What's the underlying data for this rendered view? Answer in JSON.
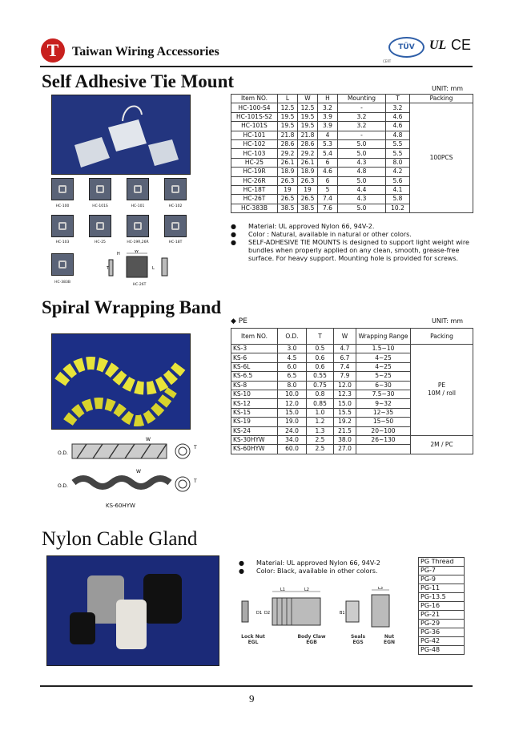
{
  "header": {
    "logo_letter": "T",
    "company": "Taiwan Wiring Accessories",
    "tuv": "TÜV",
    "tuv_sub": "CERT",
    "ul": "UL",
    "ce": "CE"
  },
  "tie_mount": {
    "title": "Self Adhesive Tie Mount",
    "unit": "UNIT: mm",
    "columns": [
      "Item NO.",
      "L",
      "W",
      "H",
      "Mounting",
      "T",
      "Packing"
    ],
    "rows": [
      [
        "HC-100-S4",
        "12.5",
        "12.5",
        "3.2",
        "-",
        "3.2"
      ],
      [
        "HC-101S-S2",
        "19.5",
        "19.5",
        "3.9",
        "3.2",
        "4.6"
      ],
      [
        "HC-101S",
        "19.5",
        "19.5",
        "3.9",
        "3.2",
        "4.6"
      ],
      [
        "HC-101",
        "21.8",
        "21.8",
        "4",
        "-",
        "4.8"
      ],
      [
        "HC-102",
        "28.6",
        "28.6",
        "5.3",
        "5.0",
        "5.5"
      ],
      [
        "HC-103",
        "29.2",
        "29.2",
        "5.4",
        "5.0",
        "5.5"
      ],
      [
        "HC-25",
        "26.1",
        "26.1",
        "6",
        "4.3",
        "8.0"
      ],
      [
        "HC-19R",
        "18.9",
        "18.9",
        "4.6",
        "4.8",
        "4.2"
      ],
      [
        "HC-26R",
        "26.3",
        "26.3",
        "6",
        "5.0",
        "5.6"
      ],
      [
        "HC-18T",
        "19",
        "19",
        "5",
        "4.4",
        "4.1"
      ],
      [
        "HC-26T",
        "26.5",
        "26.5",
        "7.4",
        "4.3",
        "5.8"
      ],
      [
        "HC-383B",
        "38.5",
        "38.5",
        "7.6",
        "5.0",
        "10.2"
      ]
    ],
    "packing": "100PCS",
    "bullets": [
      "Material: UL approved Nylon 66, 94V-2.",
      "Color : Natural, available in natural or other colors.",
      "SELF-ADHESIVE TIE MOUNTS is designed to support light weight wire bundles when properly applied on any clean, smooth, grease-free surface. For heavy support. Mounting hole is provided for screws."
    ],
    "thumbs_row1": [
      "HC-100",
      "HC-101S",
      "HC-101",
      "HC-102"
    ],
    "thumbs_row2": [
      "HC-103",
      "HC-25",
      "HC-19R,26R",
      "HC-18T"
    ],
    "thumb_bottom_left": "HC-383B",
    "thumb_bottom_right": "HC-26T",
    "dim_h": "H",
    "dim_w": "W",
    "dim_l": "L",
    "dim_t": "T"
  },
  "spiral": {
    "title": "Spiral Wrapping Band",
    "subtitle": "◆ PE",
    "unit": "UNIT: mm",
    "columns": [
      "Item NO.",
      "O.D.",
      "T",
      "W",
      "Wrapping Range",
      "Packing"
    ],
    "rows": [
      [
        "KS-3",
        "3.0",
        "0.5",
        "4.7",
        "1.5~10"
      ],
      [
        "KS-6",
        "4.5",
        "0.6",
        "6.7",
        "4~25"
      ],
      [
        "KS-6L",
        "6.0",
        "0.6",
        "7.4",
        "4~25"
      ],
      [
        "KS-6.5",
        "6.5",
        "0.55",
        "7.9",
        "5~25"
      ],
      [
        "KS-8",
        "8.0",
        "0.75",
        "12.0",
        "6~30"
      ],
      [
        "KS-10",
        "10.0",
        "0.8",
        "12.3",
        "7.5~30"
      ],
      [
        "KS-12",
        "12.0",
        "0.85",
        "15.0",
        "9~32"
      ],
      [
        "KS-15",
        "15.0",
        "1.0",
        "15.5",
        "12~35"
      ],
      [
        "KS-19",
        "19.0",
        "1.2",
        "19.2",
        "15~50"
      ],
      [
        "KS-24",
        "24.0",
        "1.3",
        "21.5",
        "20~100"
      ],
      [
        "KS-30HYW",
        "34.0",
        "2.5",
        "38.0",
        "26~130"
      ],
      [
        "KS-60HYW",
        "60.0",
        "2.5",
        "27.0",
        ""
      ]
    ],
    "packing_pe_1": "PE",
    "packing_pe_2": "10M / roll",
    "packing_2m": "2M / PC",
    "diagram_caption": "KS-60HYW",
    "od": "O.D.",
    "w": "W",
    "t": "T"
  },
  "gland": {
    "title": "Nylon Cable Gland",
    "bullets": [
      "Material: UL approved Nylon 66, 94V-2",
      "Color: Black, available in other colors."
    ],
    "parts": [
      {
        "line1": "Lock Nut",
        "line2": "EGL"
      },
      {
        "line1": "Body  Claw",
        "line2": "EGB"
      },
      {
        "line1": "Seals",
        "line2": "EGS"
      },
      {
        "line1": "Nut",
        "line2": "EGN"
      }
    ],
    "dims": {
      "l1": "L1",
      "l2": "L2",
      "l3": "L3",
      "d1": "D1",
      "d2": "D2",
      "b1": "B1"
    },
    "pg_header": "PG Thread",
    "pg_list": [
      "PG-7",
      "PG-9",
      "PG-11",
      "PG-13.5",
      "PG-16",
      "PG-21",
      "PG-29",
      "PG-36",
      "PG-42",
      "PG-48"
    ]
  },
  "page_number": "9"
}
